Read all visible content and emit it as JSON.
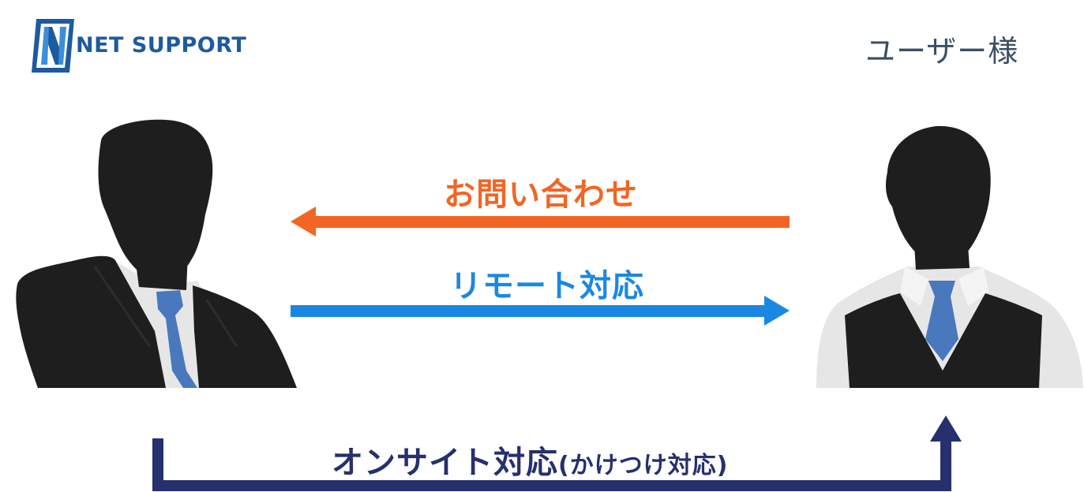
{
  "brand": {
    "name": "NET SUPPORT",
    "logo_icon": "n-shield-logo-icon",
    "color": "#1d5aa0"
  },
  "user_label": "ユーザー様",
  "arrows": {
    "inquiry": {
      "label": "お問い合わせ",
      "direction": "right-to-left",
      "color": "#f26524"
    },
    "remote": {
      "label": "リモート対応",
      "direction": "left-to-right",
      "color": "#1a88e3"
    },
    "onsite": {
      "label": "オンサイト対応",
      "sub_label": "(かけつけ対応)",
      "direction": "left-to-right",
      "color": "#26306e"
    }
  },
  "figures": {
    "support": {
      "icon": "businessman-silhouette-icon",
      "tie_color": "#4a78bd"
    },
    "user": {
      "icon": "vest-man-silhouette-icon",
      "tie_color": "#4a78bd"
    }
  }
}
